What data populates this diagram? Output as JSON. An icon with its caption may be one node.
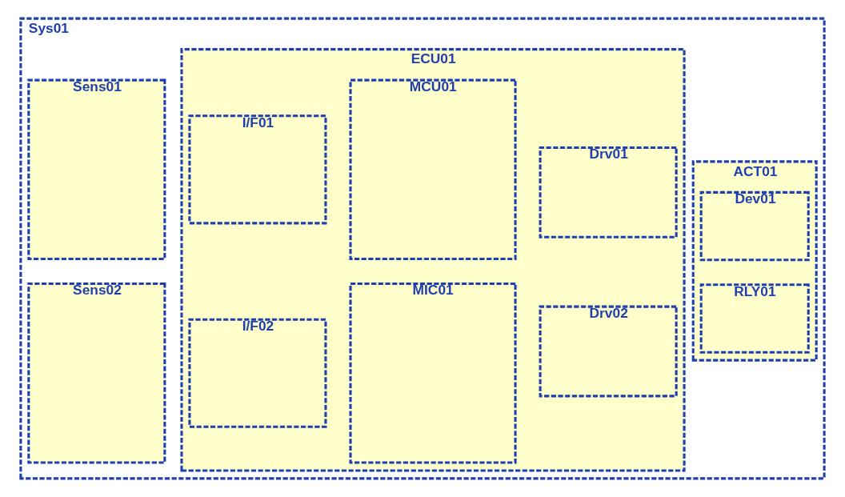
{
  "diagram": {
    "nodes": [
      {
        "text": [
          "Sys01"
        ]
      },
      {
        "text": [
          "Sens01"
        ],
        "in": 0
      },
      {
        "text": [
          "Sens02"
        ],
        "in": 0
      },
      {
        "text": [
          "ECU01"
        ],
        "in": 0
      },
      {
        "text": [
          "I/F01"
        ],
        "in": 3
      },
      {
        "text": [
          "MCU01"
        ],
        "in": 3
      },
      {
        "text": [
          "Drv01"
        ],
        "in": 3
      },
      {
        "text": [
          "I/F02"
        ],
        "in": 3
      },
      {
        "text": [
          "MIC01"
        ],
        "in": 3
      },
      {
        "text": [
          "Drv02"
        ],
        "in": 3
      },
      {
        "text": [
          "ACT01"
        ],
        "in": 0
      },
      {
        "text": [
          "Dev01"
        ],
        "in": 10
      },
      {
        "text": [
          "RLY01"
        ],
        "in": 10
      }
    ],
    "edges": []
  }
}
